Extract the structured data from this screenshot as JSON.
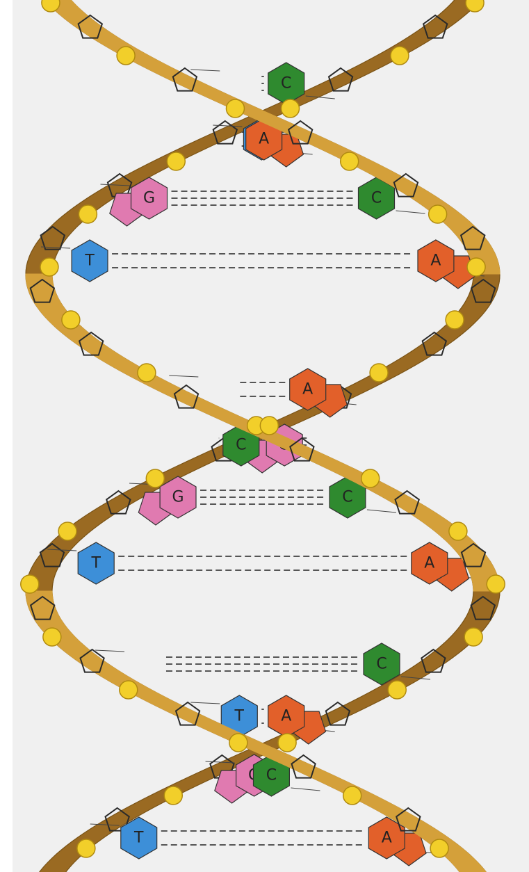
{
  "diagram": {
    "colors": {
      "background": "#f0f0f0",
      "ribbon": "#d4a03a",
      "ribbon_dark": "#9a6a22",
      "ribbon_edge": "#7a5418",
      "phosphate": "#f2cf2a",
      "phosphate_edge": "#b08a10",
      "sugar_line": "#2a2a2a",
      "hbond": "#555555",
      "A": "#e2602a",
      "T": "#3d8fd8",
      "G": "#e07ab0",
      "C": "#2f8a2f"
    },
    "base_pairs": [
      {
        "left": "",
        "right": "C"
      },
      {
        "left": "T",
        "right": "A"
      },
      {
        "left": "G",
        "right": "C"
      },
      {
        "left": "T",
        "right": "A"
      },
      {
        "left": "",
        "right": "A"
      },
      {
        "left": "G",
        "right": "C"
      },
      {
        "left": "G",
        "right": "C"
      },
      {
        "left": "T",
        "right": "A"
      },
      {
        "left": "",
        "right": "C"
      },
      {
        "left": "T",
        "right": "A"
      },
      {
        "left": "G",
        "right": "C"
      },
      {
        "left": "T",
        "right": "A"
      }
    ]
  }
}
